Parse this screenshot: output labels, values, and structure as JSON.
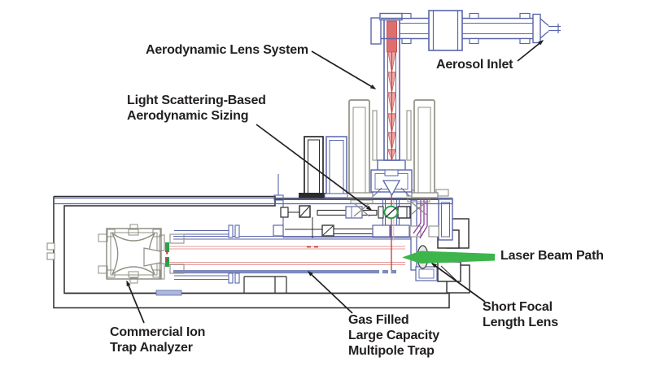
{
  "diagram": {
    "type": "instrument-schematic",
    "labels": {
      "aerodynamic_lens_system": "Aerodynamic Lens System",
      "light_scattering_line1": "Light Scattering-Based",
      "light_scattering_line2": "Aerodynamic Sizing",
      "aerosol_inlet": "Aerosol Inlet",
      "laser_beam_path": "Laser Beam Path",
      "short_focal_line1": "Short Focal",
      "short_focal_line2": "Length Lens",
      "gas_filled_line1": "Gas Filled",
      "gas_filled_line2": "Large Capacity",
      "gas_filled_line3": "Multipole Trap",
      "ion_trap_line1": "Commercial Ion",
      "ion_trap_line2": "Trap Analyzer"
    },
    "colors": {
      "outline_blue": "#5a66a8",
      "structure_gray": "#8f8f85",
      "chamber_black": "#2b2b2b",
      "particle_beam_red": "#c43a36",
      "beam_fill_pink": "#eba8a8",
      "beam_fill_dark": "#dd6f6f",
      "multipole_rod_pink": "#e49a9a",
      "laser_green": "#3cb54a",
      "detection_green": "#2aa04e",
      "collection_purple": "#8d3d9d"
    }
  }
}
